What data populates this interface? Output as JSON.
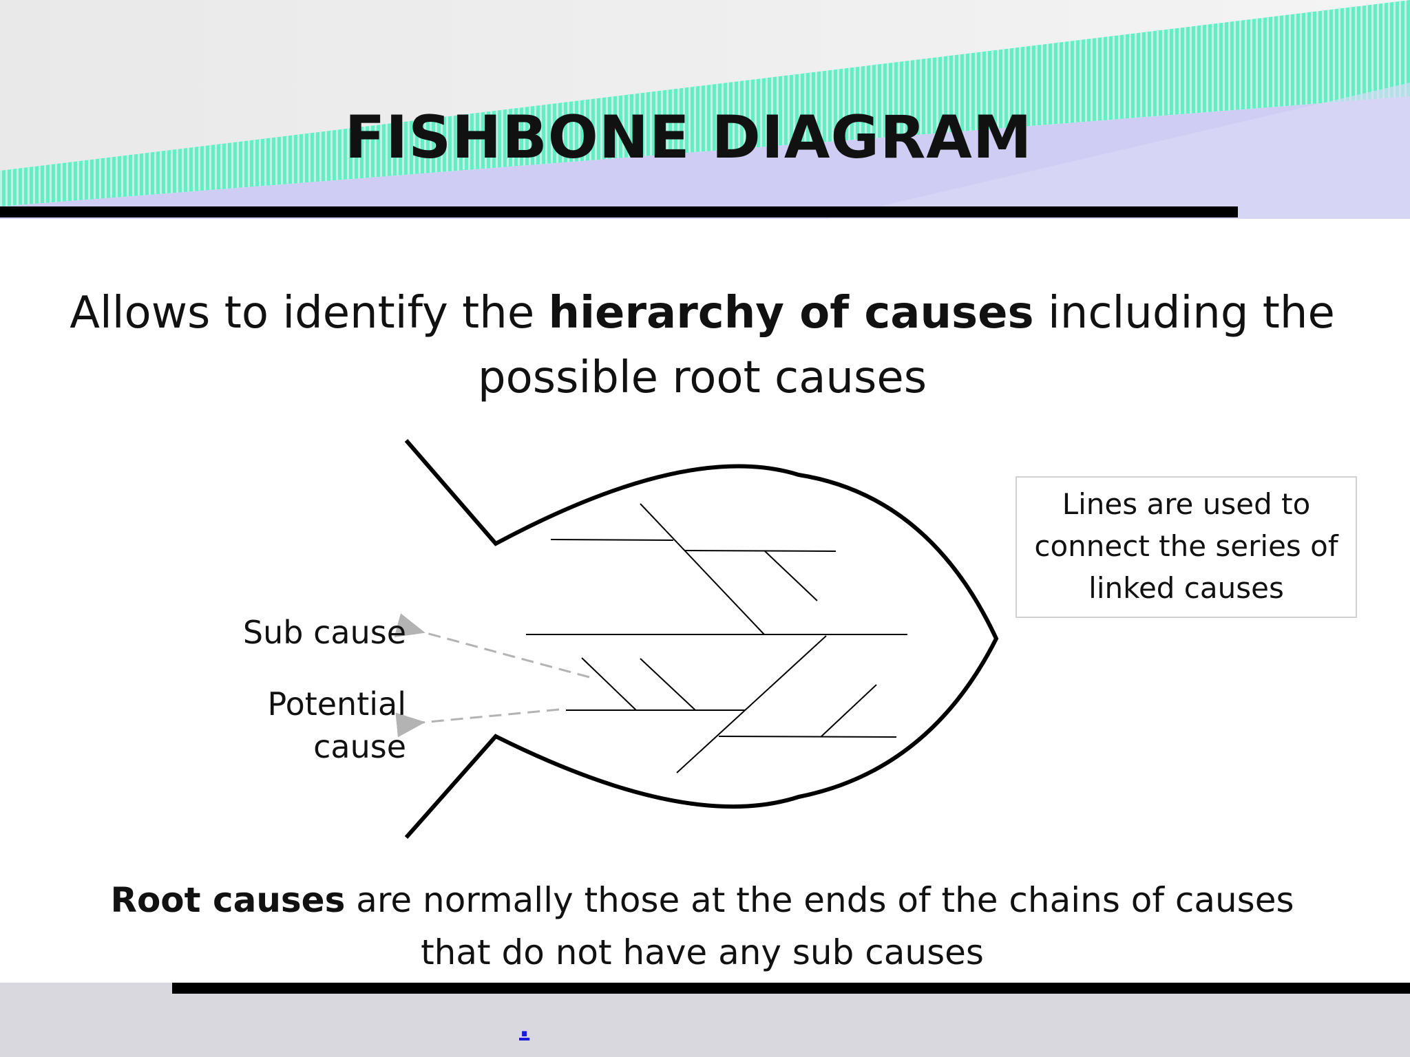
{
  "slide": {
    "title": "FISHBONE DIAGRAM",
    "intro": {
      "part1": "Allows to identify the ",
      "bold": "hierarchy of causes",
      "part2": " including the",
      "line2": "possible root causes"
    },
    "diagram": {
      "label_sub_cause": "Sub cause",
      "label_potential_line1": "Potential",
      "label_potential_line2": "cause",
      "note_line1": "Lines are used to",
      "note_line2": "connect the series of",
      "note_line3": "linked causes"
    },
    "footer": {
      "bold": "Root causes",
      "part1": " are normally those at the ends of the chains of causes",
      "line2": "that do not have any sub causes",
      "link": "."
    }
  },
  "colors": {
    "accent_green": "#3fe6b8",
    "accent_lavender": "#c9c8f2",
    "footer_band": "#d9d8de",
    "link": "#1a1adb"
  }
}
